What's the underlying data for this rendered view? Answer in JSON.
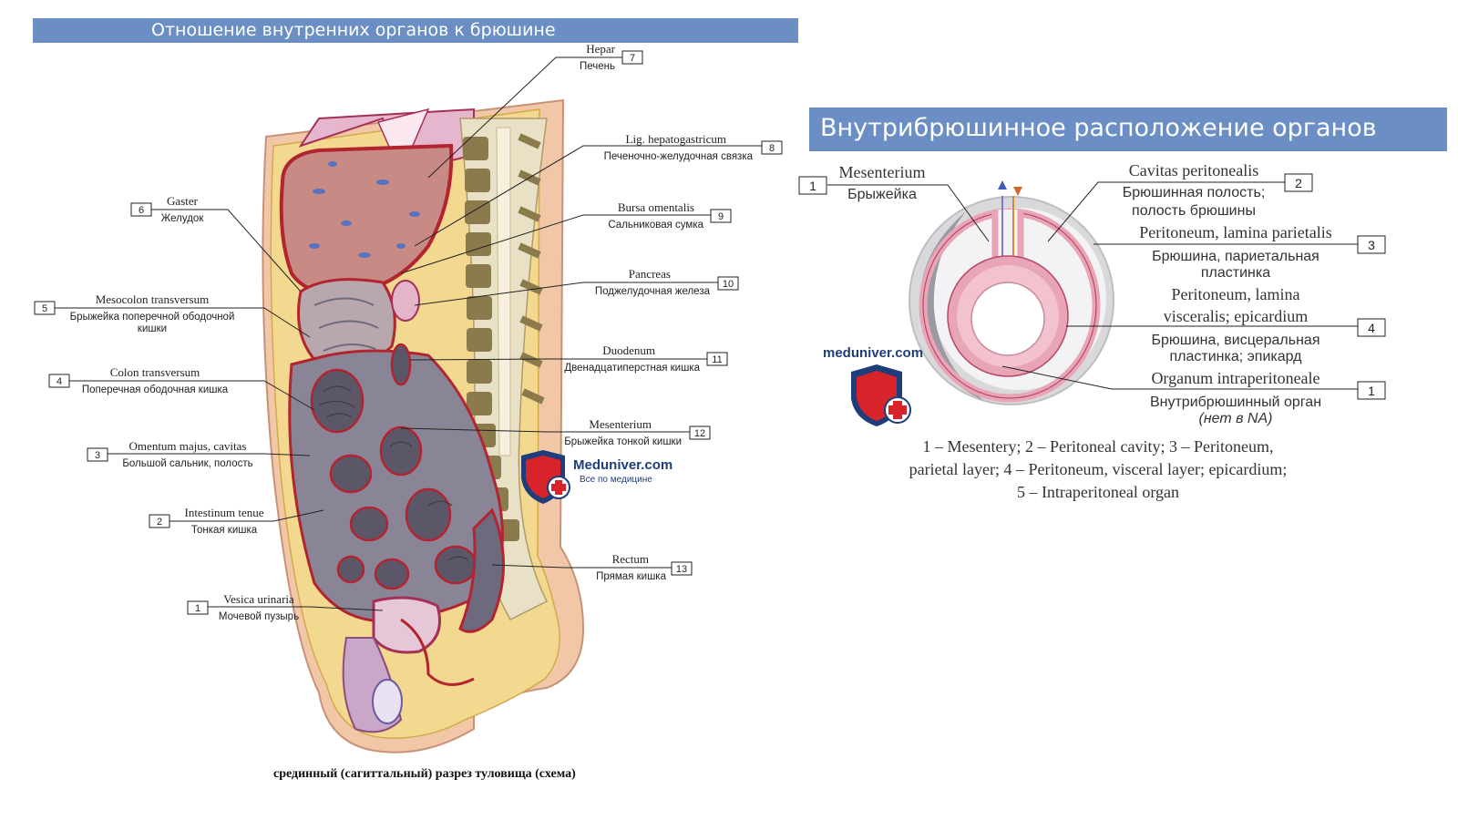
{
  "left_title": "Отношение внутренних органов к брюшине",
  "right_title": "Внутрибрюшинное расположение органов",
  "left_caption": "срединный (сагиттальный) разрез туловища (схема)",
  "left_labels": [
    {
      "num": "7",
      "lat": "Hepar",
      "ru": "Печень"
    },
    {
      "num": "8",
      "lat": "Lig. hepatogastricum",
      "ru": "Печеночно-желудочная связка"
    },
    {
      "num": "9",
      "lat": "Bursa omentalis",
      "ru": "Сальниковая сумка"
    },
    {
      "num": "10",
      "lat": "Pancreas",
      "ru": "Поджелудочная железа"
    },
    {
      "num": "11",
      "lat": "Duodenum",
      "ru": "Двенадцатиперстная кишка"
    },
    {
      "num": "12",
      "lat": "Mesenterium",
      "ru": "Брыжейка тонкой кишки"
    },
    {
      "num": "13",
      "lat": "Rectum",
      "ru": "Прямая кишка"
    },
    {
      "num": "6",
      "lat": "Gaster",
      "ru": "Желудок"
    },
    {
      "num": "5",
      "lat": "Mesocolon transversum",
      "ru": "Брыжейка поперечной ободочной",
      "ru2": "кишки"
    },
    {
      "num": "4",
      "lat": "Colon transversum",
      "ru": "Поперечная ободочная кишка"
    },
    {
      "num": "3",
      "lat": "Omentum majus, cavitas",
      "ru": "Большой сальник, полость"
    },
    {
      "num": "2",
      "lat": "Intestinum tenue",
      "ru": "Тонкая кишка"
    },
    {
      "num": "1",
      "lat": "Vesica urinaria",
      "ru": "Мочевой пузырь"
    }
  ],
  "right_labels": [
    {
      "num": "1",
      "lat": "Mesenterium",
      "ru": "Брыжейка"
    },
    {
      "num": "2",
      "lat": "Cavitas peritonealis",
      "ru": "Брюшинная полость;",
      "ru2": "полость брюшины"
    },
    {
      "num": "3",
      "lat": "Peritoneum, lamina parietalis",
      "ru": "Брюшина, париетальная",
      "ru2": "пластинка"
    },
    {
      "num": "4",
      "lat": "Peritoneum, lamina",
      "lat2": "visceralis; epicardium",
      "ru": "Брюшина, висцеральная",
      "ru2": "пластинка; эпикард"
    },
    {
      "num": "1",
      "lat": "Organum intraperitoneale",
      "ru": "Внутрибрюшинный орган",
      "ru2": "(нет в NA)"
    }
  ],
  "legend_lines": [
    "1 – Mesentery; 2 – Peritoneal cavity; 3 – Peritoneum,",
    "parietal layer; 4 – Peritoneum, visceral layer; epicardium;",
    "5 – Intraperitoneal organ"
  ],
  "watermark_left": {
    "name": "Meduniver.com",
    "tagline": "Все по медицине"
  },
  "watermark_right": {
    "name": "meduniver.com"
  },
  "colors": {
    "banner": "#6b8fc4",
    "organ_wall": "#b22430",
    "organ_fill": "#c88a84",
    "fat": "#f3d98f",
    "skin": "#f1c7a8",
    "intestine": "#6e6a7e",
    "membrane_pink": "#e8a5b6",
    "shield_blue": "#1e3d7a",
    "cross_red": "#d8232a"
  }
}
